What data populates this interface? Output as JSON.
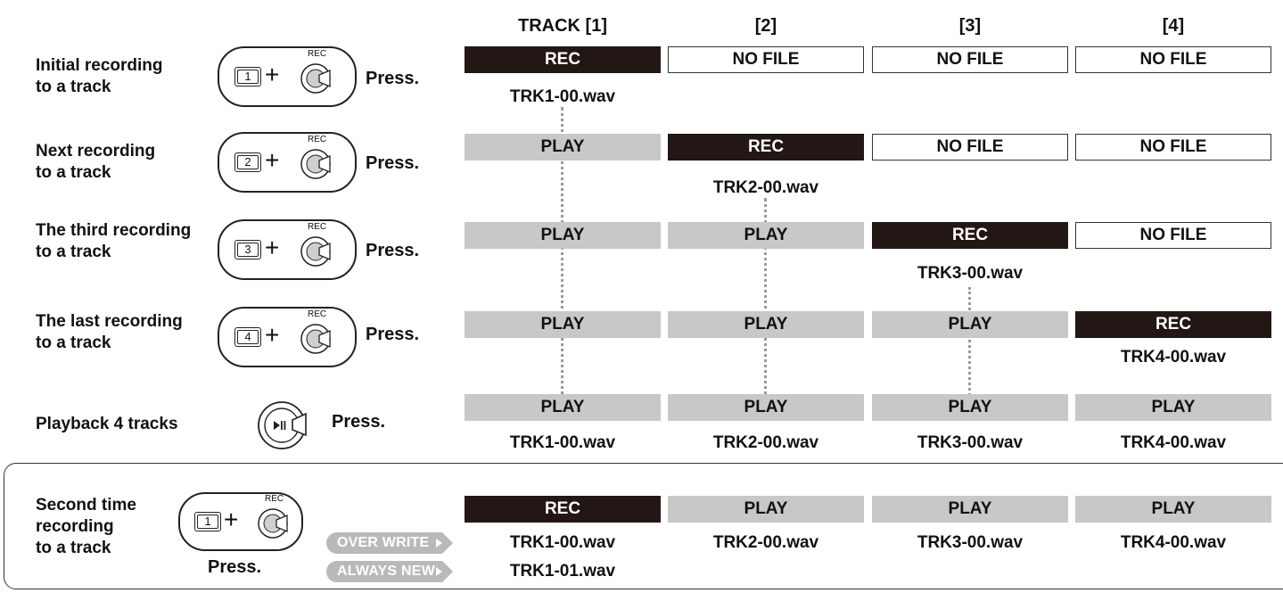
{
  "headers": [
    "TRACK [1]",
    "[2]",
    "[3]",
    "[4]"
  ],
  "press_label": "Press.",
  "rec_caption": "REC",
  "rows": [
    {
      "label": [
        "Initial recording",
        "to a track"
      ],
      "key": "1",
      "cells": [
        "REC",
        "NO FILE",
        "NO FILE",
        "NO FILE"
      ],
      "files": [
        "TRK1-00.wav",
        "",
        "",
        ""
      ]
    },
    {
      "label": [
        "Next recording",
        "to a track"
      ],
      "key": "2",
      "cells": [
        "PLAY",
        "REC",
        "NO FILE",
        "NO FILE"
      ],
      "files": [
        "",
        "TRK2-00.wav",
        "",
        ""
      ]
    },
    {
      "label": [
        "The third recording",
        "to a track"
      ],
      "key": "3",
      "cells": [
        "PLAY",
        "PLAY",
        "REC",
        "NO FILE"
      ],
      "files": [
        "",
        "",
        "TRK3-00.wav",
        ""
      ]
    },
    {
      "label": [
        "The last recording",
        "to a track"
      ],
      "key": "4",
      "cells": [
        "PLAY",
        "PLAY",
        "PLAY",
        "REC"
      ],
      "files": [
        "",
        "",
        "",
        "TRK4-00.wav"
      ]
    },
    {
      "label": [
        "Playback 4 tracks"
      ],
      "key": "",
      "cells": [
        "PLAY",
        "PLAY",
        "PLAY",
        "PLAY"
      ],
      "files": [
        "TRK1-00.wav",
        "TRK2-00.wav",
        "TRK3-00.wav",
        "TRK4-00.wav"
      ]
    }
  ],
  "second": {
    "label": [
      "Second time",
      "recording",
      "to a track"
    ],
    "key": "1",
    "cells": [
      "REC",
      "PLAY",
      "PLAY",
      "PLAY"
    ],
    "files": [
      "TRK1-00.wav",
      "TRK2-00.wav",
      "TRK3-00.wav",
      "TRK4-00.wav"
    ],
    "extra_file": "TRK1-01.wav",
    "tags": [
      "OVER WRITE",
      "ALWAYS NEW"
    ]
  }
}
